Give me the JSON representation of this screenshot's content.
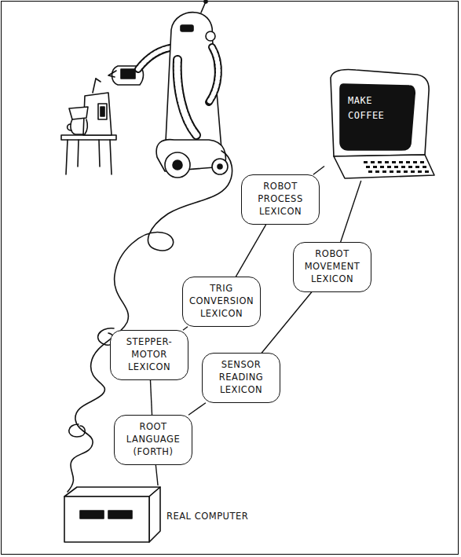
{
  "diagram": {
    "nodes": [
      {
        "text": [
          "MAKE COFFEE"
        ]
      },
      {
        "text": [
          "ROBOT PROCESS LEXICON"
        ]
      },
      {
        "text": [
          "ROBOT MOVEMENT LEXICON"
        ]
      },
      {
        "text": [
          "TRIG CONVERSION LEXICON"
        ]
      },
      {
        "text": [
          "STEPPER-MOTOR LEXICON"
        ]
      },
      {
        "text": [
          "SENSOR READING LEXICON"
        ]
      },
      {
        "text": [
          "ROOT LANGUAGE (FORTH)"
        ]
      },
      {
        "text": [
          "REAL COMPUTER"
        ]
      }
    ],
    "edges": [
      {
        "from": 1,
        "to": 0,
        "arrow": "none"
      },
      {
        "from": 2,
        "to": 0,
        "arrow": "none"
      },
      {
        "from": 3,
        "to": 1,
        "arrow": "none"
      },
      {
        "from": 4,
        "to": 3,
        "arrow": "none"
      },
      {
        "from": 5,
        "to": 2,
        "arrow": "none"
      },
      {
        "from": 6,
        "to": 4,
        "arrow": "none"
      },
      {
        "from": 6,
        "to": 5,
        "arrow": "none"
      },
      {
        "from": 7,
        "to": 6,
        "arrow": "none"
      }
    ]
  }
}
